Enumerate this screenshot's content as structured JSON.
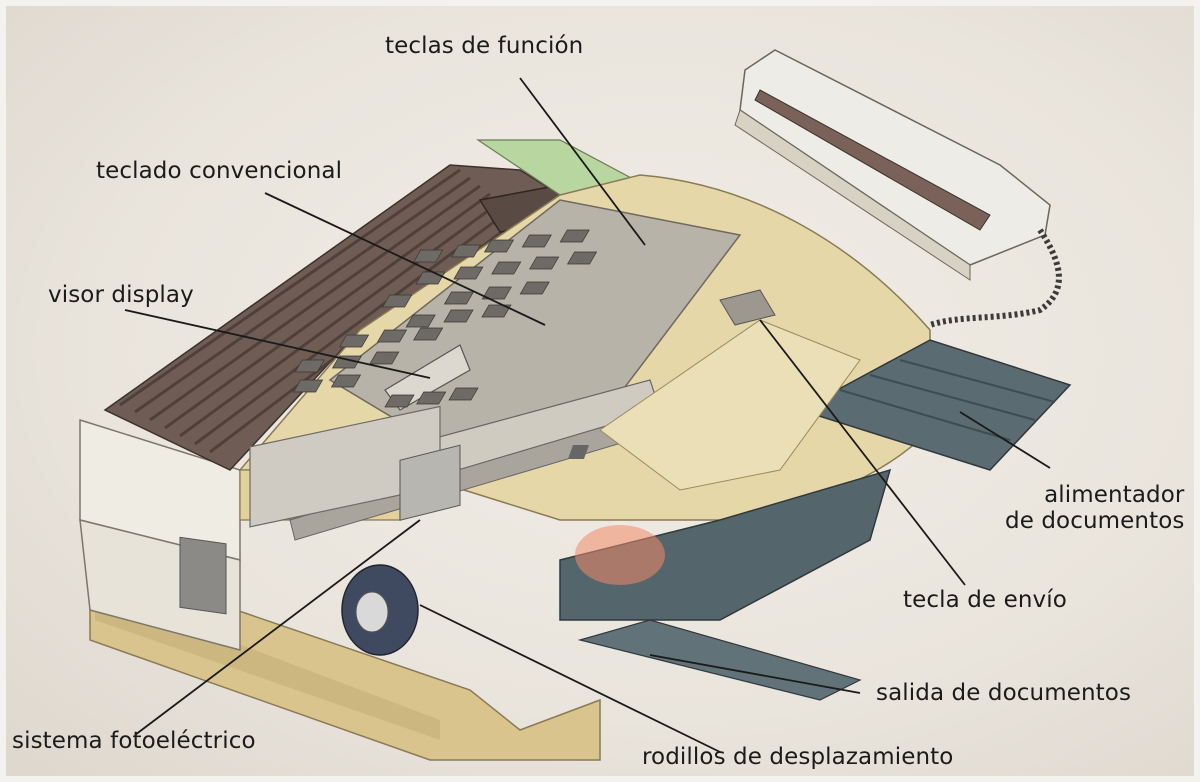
{
  "labels": {
    "teclas_funcion": "teclas de función",
    "teclado_convencional": "teclado convencional",
    "visor_display": "visor display",
    "alimentador_1": "alimentador",
    "alimentador_2": "de documentos",
    "tecla_envio": "tecla de envío",
    "salida_documentos": "salida de documentos",
    "sistema_fotoelectrico": "sistema fotoeléctrico",
    "rodillos_desplazamiento": "rodillos de desplazamiento"
  },
  "colors": {
    "body_beige": "#e6d7a8",
    "dark_slats": "#6f5d55",
    "panel_gray": "#b8b3a8",
    "tray_slate": "#5b6b72",
    "background": "#ece8e1"
  }
}
